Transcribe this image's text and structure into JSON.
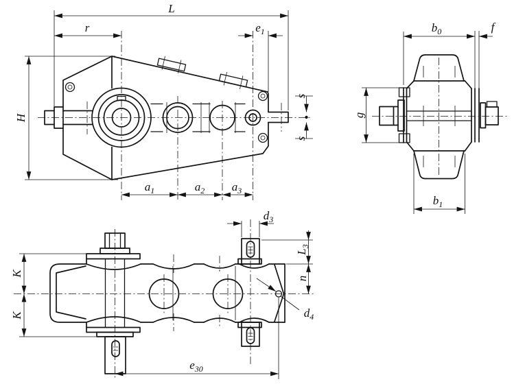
{
  "drawing": {
    "background": "#ffffff",
    "line_color": "#141414",
    "description": "Three-view dimensional outline drawing of a multi-stage gear reducer (side view, end view, plan view)"
  },
  "labels": {
    "L": {
      "base": "L",
      "sub": ""
    },
    "r": {
      "base": "r",
      "sub": ""
    },
    "e1": {
      "base": "e",
      "sub": "1"
    },
    "H": {
      "base": "H",
      "sub": ""
    },
    "s_top": {
      "base": "s",
      "sub": ""
    },
    "s_bottom": {
      "base": "s",
      "sub": ""
    },
    "a1": {
      "base": "a",
      "sub": "1"
    },
    "a2": {
      "base": "a",
      "sub": "2"
    },
    "a3": {
      "base": "a",
      "sub": "3"
    },
    "b0": {
      "base": "b",
      "sub": "0"
    },
    "f": {
      "base": "f",
      "sub": ""
    },
    "g": {
      "base": "g",
      "sub": ""
    },
    "b1": {
      "base": "b",
      "sub": "1"
    },
    "K_top": {
      "base": "K",
      "sub": ""
    },
    "K_bottom": {
      "base": "K",
      "sub": ""
    },
    "d3": {
      "base": "d",
      "sub": "3"
    },
    "L3": {
      "base": "L",
      "sub": "3"
    },
    "n": {
      "base": "n",
      "sub": ""
    },
    "d4": {
      "base": "d",
      "sub": "4"
    },
    "e30": {
      "base": "e",
      "sub": "30"
    }
  }
}
